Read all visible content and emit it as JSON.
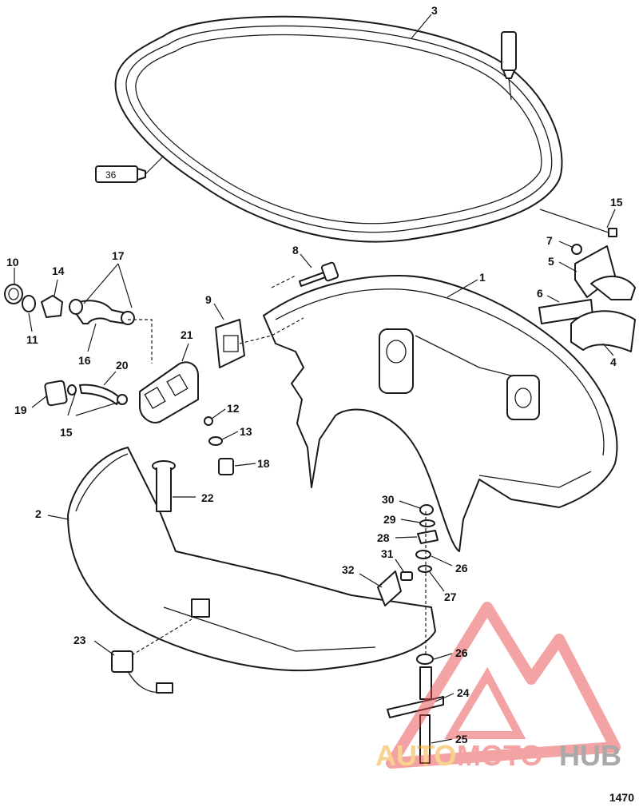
{
  "callouts": {
    "c1": "1",
    "c2": "2",
    "c3": "3",
    "c4": "4",
    "c5": "5",
    "c6": "6",
    "c7": "7",
    "c8": "8",
    "c9": "9",
    "c10": "10",
    "c11": "11",
    "c12": "12",
    "c13": "13",
    "c14": "14",
    "c15a": "15",
    "c15b": "15",
    "c16": "16",
    "c17": "17",
    "c18": "18",
    "c19": "19",
    "c20": "20",
    "c21": "21",
    "c22": "22",
    "c23": "23",
    "c24": "24",
    "c25": "25",
    "c26a": "26",
    "c26b": "26",
    "c27": "27",
    "c28": "28",
    "c29": "29",
    "c30": "30",
    "c31": "31",
    "c32": "32"
  },
  "sealant_tube_label": "36",
  "watermark": {
    "auto": "AUTO",
    "moto": "MOTO",
    "hub": "HUB"
  },
  "figure_id": "1470"
}
